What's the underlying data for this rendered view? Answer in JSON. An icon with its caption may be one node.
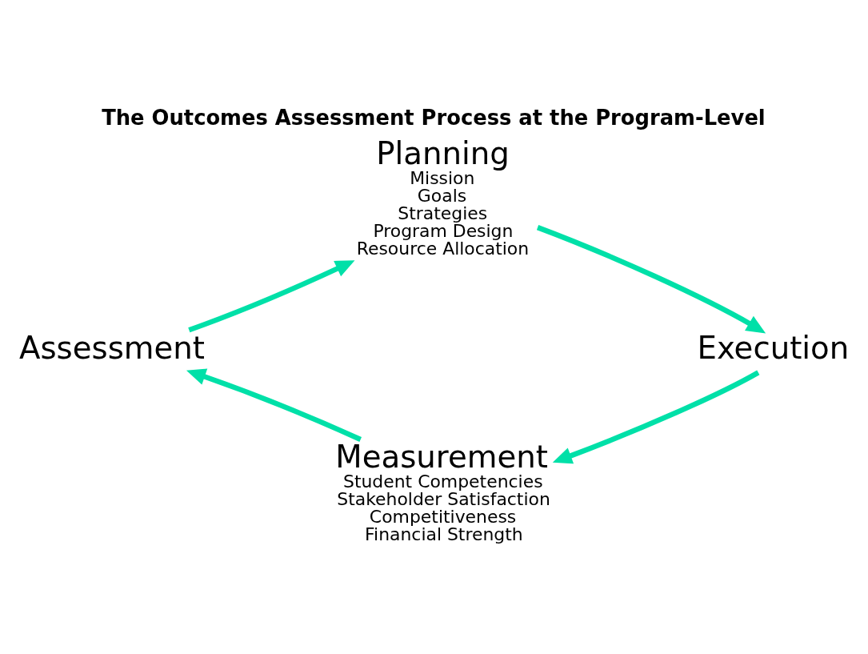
{
  "diagram": {
    "title": "The Outcomes Assessment Process at the Program-Level",
    "nodes": [
      {
        "text": [
          "Planning",
          "Mission",
          "Goals",
          "Strategies",
          "Program Design",
          "Resource Allocation"
        ]
      },
      {
        "text": [
          "Execution"
        ]
      },
      {
        "text": [
          "Measurement",
          "Student Competencies",
          "Stakeholder Satisfaction",
          "Competitiveness",
          "Financial Strength"
        ]
      },
      {
        "text": [
          "Assessment"
        ]
      }
    ],
    "edges": [
      {
        "from": 0,
        "to": 1,
        "arrow": "to"
      },
      {
        "from": 1,
        "to": 2,
        "arrow": "to"
      },
      {
        "from": 2,
        "to": 3,
        "arrow": "to"
      },
      {
        "from": 3,
        "to": 0,
        "arrow": "to"
      }
    ]
  }
}
